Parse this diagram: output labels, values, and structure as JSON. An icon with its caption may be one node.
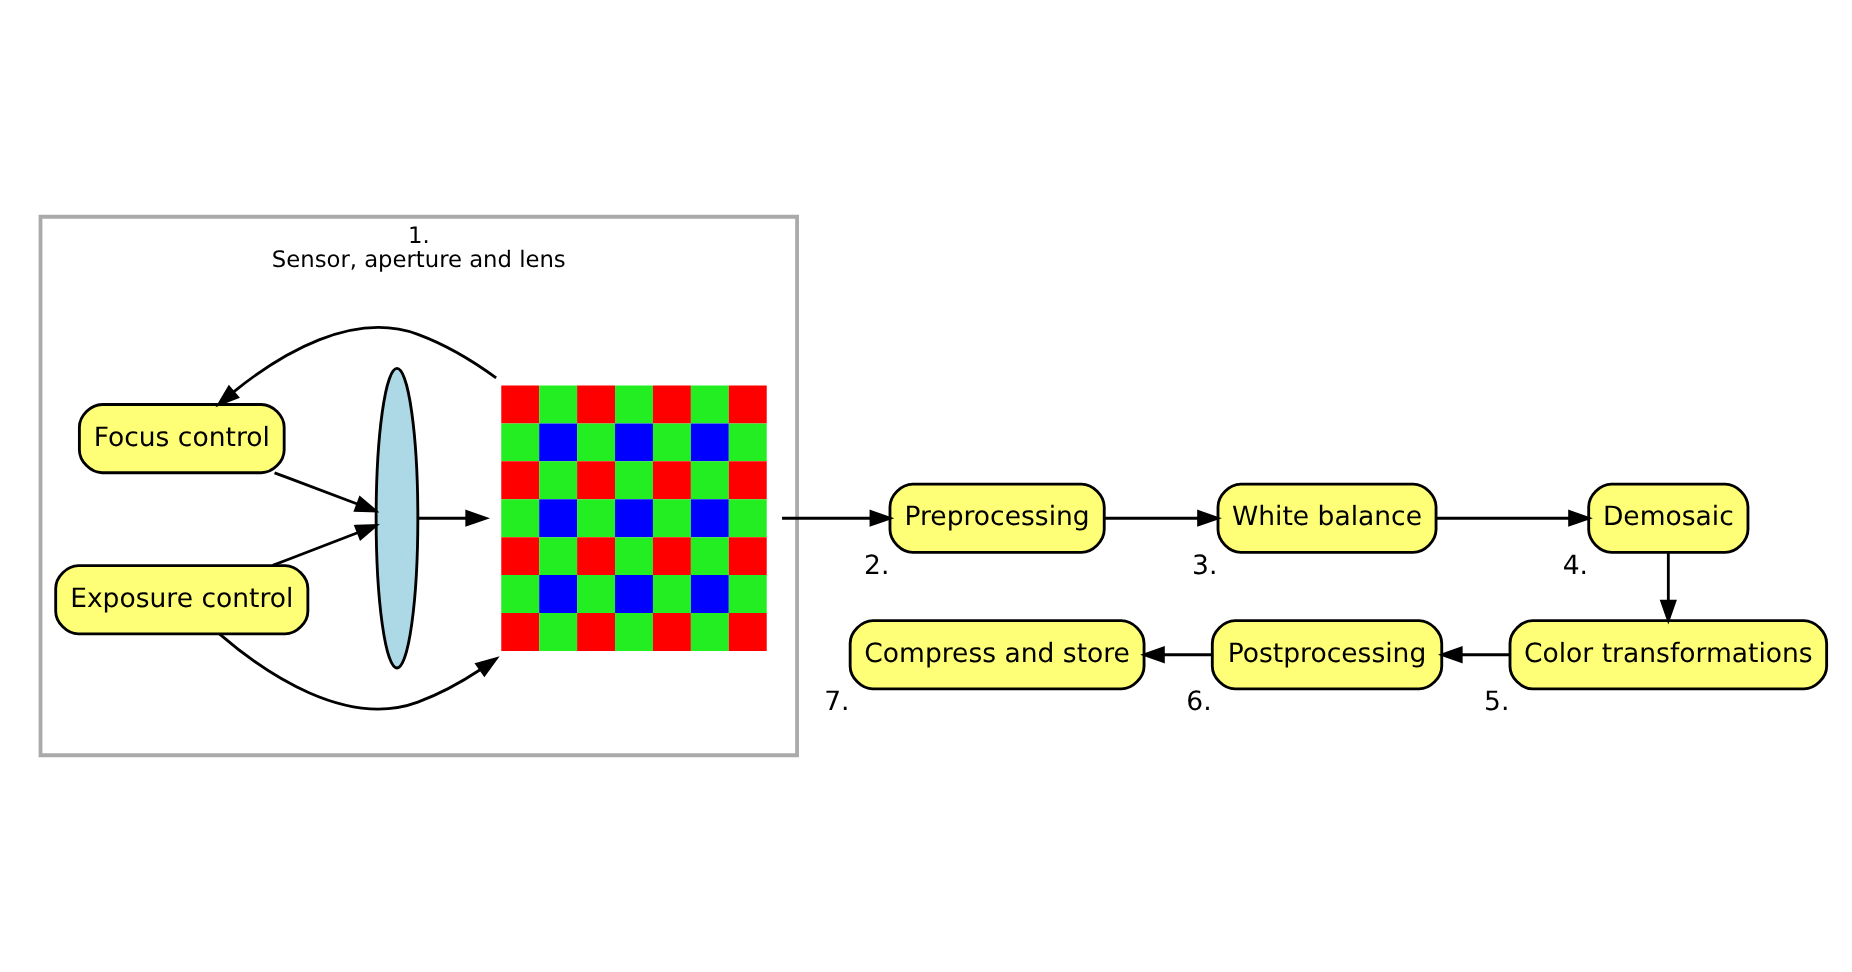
{
  "diagram": {
    "nodes": [
      {
        "text": [
          "1.",
          "Sensor, aperture and lens"
        ]
      },
      {
        "text": [
          "Focus control"
        ],
        "in": 0
      },
      {
        "text": [],
        "shape": "ellipse",
        "in": 0
      },
      {
        "text": [],
        "shape": "picture",
        "in": 0
      },
      {
        "text": [
          "Exposure control"
        ],
        "in": 0
      },
      {
        "text": [
          "Preprocessing"
        ],
        "beside": [
          "2."
        ]
      },
      {
        "text": [
          "White balance"
        ],
        "beside": [
          "3."
        ]
      },
      {
        "text": [
          "Demosaic"
        ],
        "beside": [
          "4."
        ]
      },
      {
        "text": [
          "Color transformations"
        ],
        "beside": [
          "5."
        ]
      },
      {
        "text": [
          "Postprocessing"
        ],
        "beside": [
          "6."
        ]
      },
      {
        "text": [
          "Compress and store"
        ],
        "beside": [
          "7."
        ]
      }
    ],
    "edges": [
      {
        "from": 1,
        "to": 2,
        "arrow": "to"
      },
      {
        "from": 3,
        "to": 1,
        "arrow": "to"
      },
      {
        "from": 4,
        "to": 2,
        "arrow": "to"
      },
      {
        "from": 4,
        "to": 3,
        "arrow": "to"
      },
      {
        "from": 2,
        "to": 3,
        "arrow": "to"
      },
      {
        "from": 3,
        "to": 5,
        "arrow": "to"
      },
      {
        "from": 5,
        "to": 6,
        "arrow": "to"
      },
      {
        "from": 6,
        "to": 7,
        "arrow": "to"
      },
      {
        "from": 7,
        "to": 8,
        "arrow": "to"
      },
      {
        "from": 8,
        "to": 9,
        "arrow": "to"
      },
      {
        "from": 9,
        "to": 10,
        "arrow": "to"
      }
    ]
  }
}
